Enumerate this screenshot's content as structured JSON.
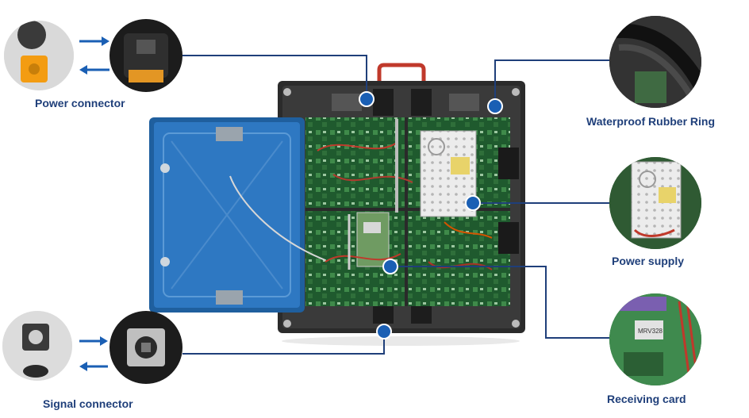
{
  "labels": {
    "power_connector": "Power connector",
    "signal_connector": "Signal connector",
    "waterproof_ring": "Waterproof Rubber Ring",
    "power_supply": "Power supply",
    "receiving_card": "Receiving card"
  },
  "small_card_texts": {
    "card_model": "MRV328"
  },
  "colors": {
    "accent_blue": "#1a5fb4",
    "connector_line": "#1f3f7a",
    "door_blue": "#2e78c2",
    "cabinet_dark": "#2b2b2b",
    "pcb_green": "#1f5a2e",
    "psu_white": "#ebebeb",
    "handle_red": "#c0392b"
  },
  "icons": [
    "arrow-right-icon",
    "arrow-left-icon",
    "marker-dot-icon"
  ]
}
